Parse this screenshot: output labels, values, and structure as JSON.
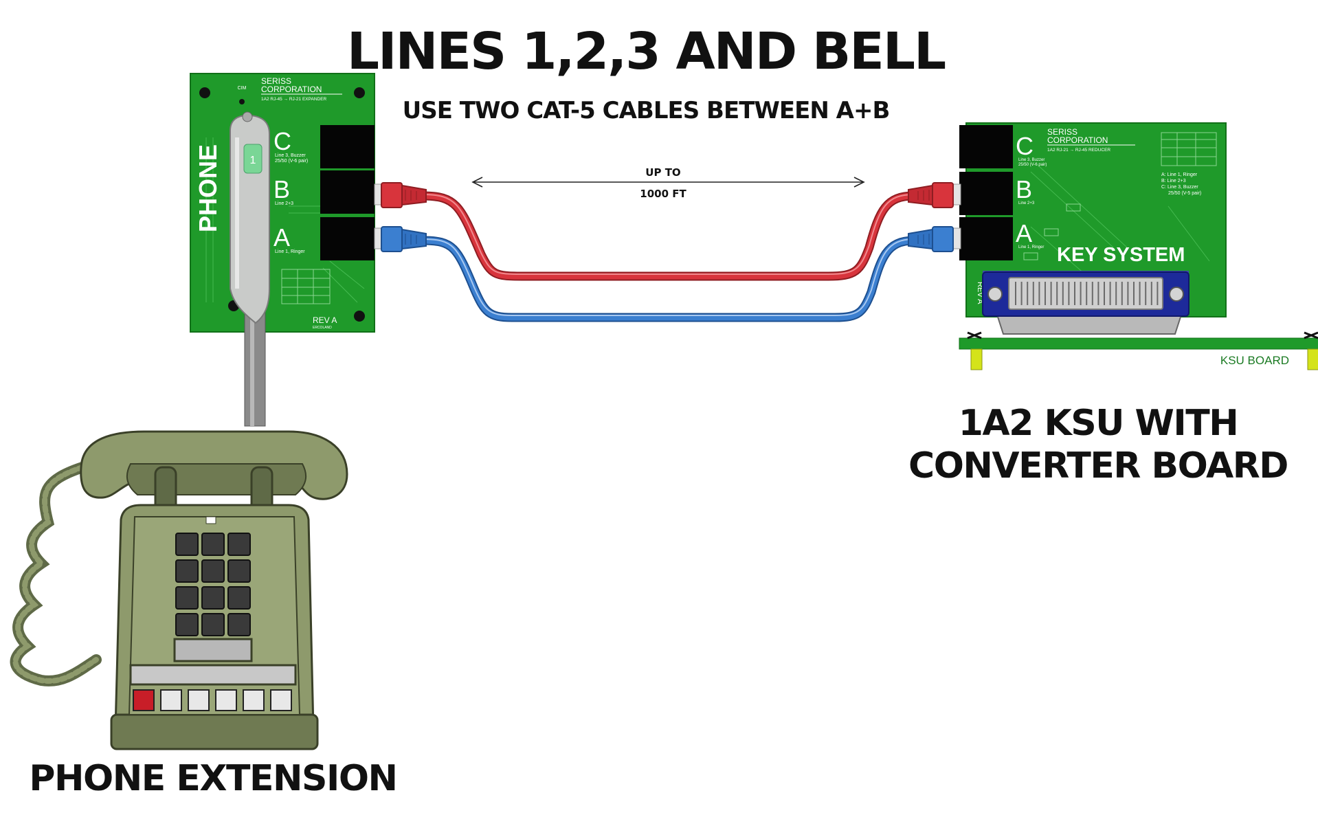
{
  "title": "LINES 1,2,3 AND BELL",
  "subtitle": "USE TWO CAT-5 CABLES BETWEEN A+B",
  "distance": {
    "line1": "UP TO",
    "line2": "1000 FT"
  },
  "left_board": {
    "vertical_label": "PHONE",
    "brand_line1": "SERISS",
    "brand_line2": "CORPORATION",
    "model": "1A2 RJ-45 → RJ-21 EXPANDER",
    "small_mark": "CIM",
    "rev": "REV A",
    "rev_sub": "ERCOLAND",
    "jacks": [
      {
        "letter": "C",
        "desc1": "Line 3, Buzzer",
        "desc2": "25/50 (V-6 pair)"
      },
      {
        "letter": "B",
        "desc1": "Line 2+3",
        "desc2": ""
      },
      {
        "letter": "A",
        "desc1": "Line 1, Ringer",
        "desc2": ""
      }
    ]
  },
  "right_board": {
    "brand_line1": "SERISS",
    "brand_line2": "CORPORATION",
    "model": "1A2  RJ-21 → RJ-45 REDUCER",
    "big_label": "KEY SYSTEM",
    "rev": "REV A",
    "legend": [
      "A: Line 1, Ringer",
      "B: Line 2+3",
      "C: Line 3, Buzzer",
      "25/50 (V-5 pair)"
    ],
    "jacks": [
      {
        "letter": "C",
        "desc1": "Line 3, Buzzer",
        "desc2": "25/50 (V-6 pair)"
      },
      {
        "letter": "B",
        "desc1": "Line 2+3",
        "desc2": ""
      },
      {
        "letter": "A",
        "desc1": "Line 1, Ringer",
        "desc2": ""
      }
    ]
  },
  "ksu_board_label": "KSU BOARD",
  "ksu_caption": {
    "line1": "1A2 KSU WITH",
    "line2": "CONVERTER BOARD"
  },
  "phone_caption": "PHONE EXTENSION",
  "colors": {
    "pcb_green": "#1f9a2a",
    "cable_red": "#d8343c",
    "cable_blue": "#3b7fd0",
    "phone_body": "#8e9a6c",
    "phone_dark": "#5f6a47"
  }
}
